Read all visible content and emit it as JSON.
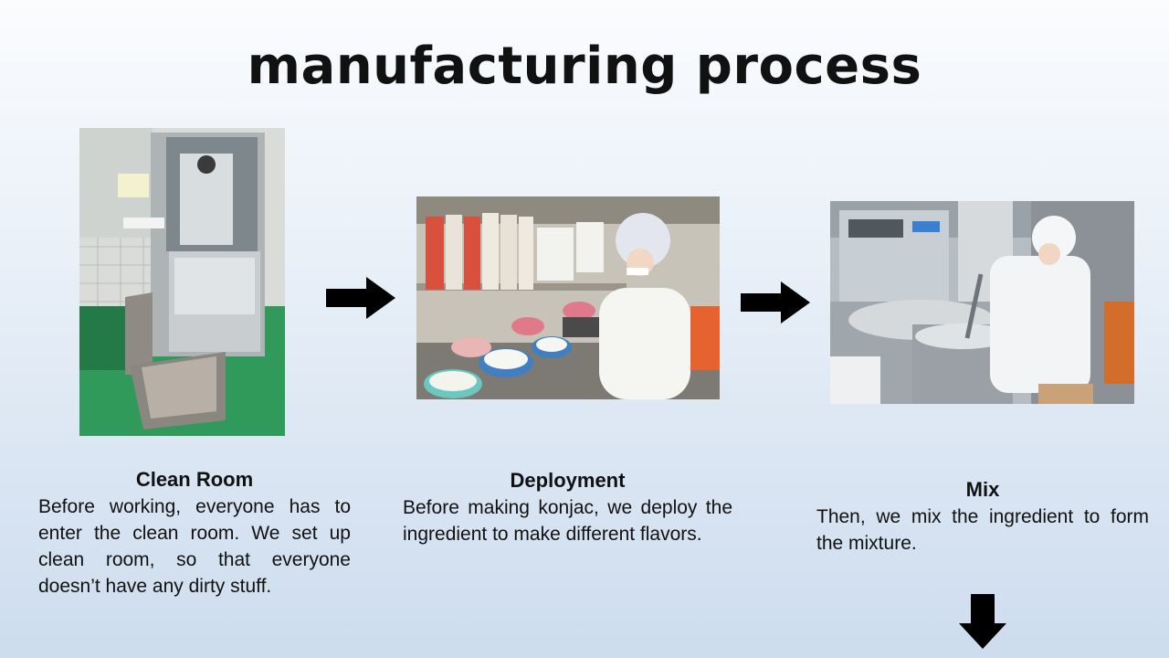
{
  "slide": {
    "title": "manufacturing process"
  },
  "steps": [
    {
      "title": "Clean Room",
      "text": "Before working, everyone has to enter the clean room. We set up clean room, so that everyone doesn’t have any dirty stuff."
    },
    {
      "title": "Deployment",
      "text": "Before making konjac, we deploy the ingredient to make different flavors."
    },
    {
      "title": "Mix",
      "text": "Then, we mix the ingredient to form the mixture."
    }
  ],
  "colors": {
    "arrow": "#000000",
    "floor_green": "#2f9a5a",
    "stainless": "#b8bcc0"
  },
  "icons": {
    "flow_arrow": "right-arrow-icon",
    "next_arrow": "down-arrow-icon"
  }
}
